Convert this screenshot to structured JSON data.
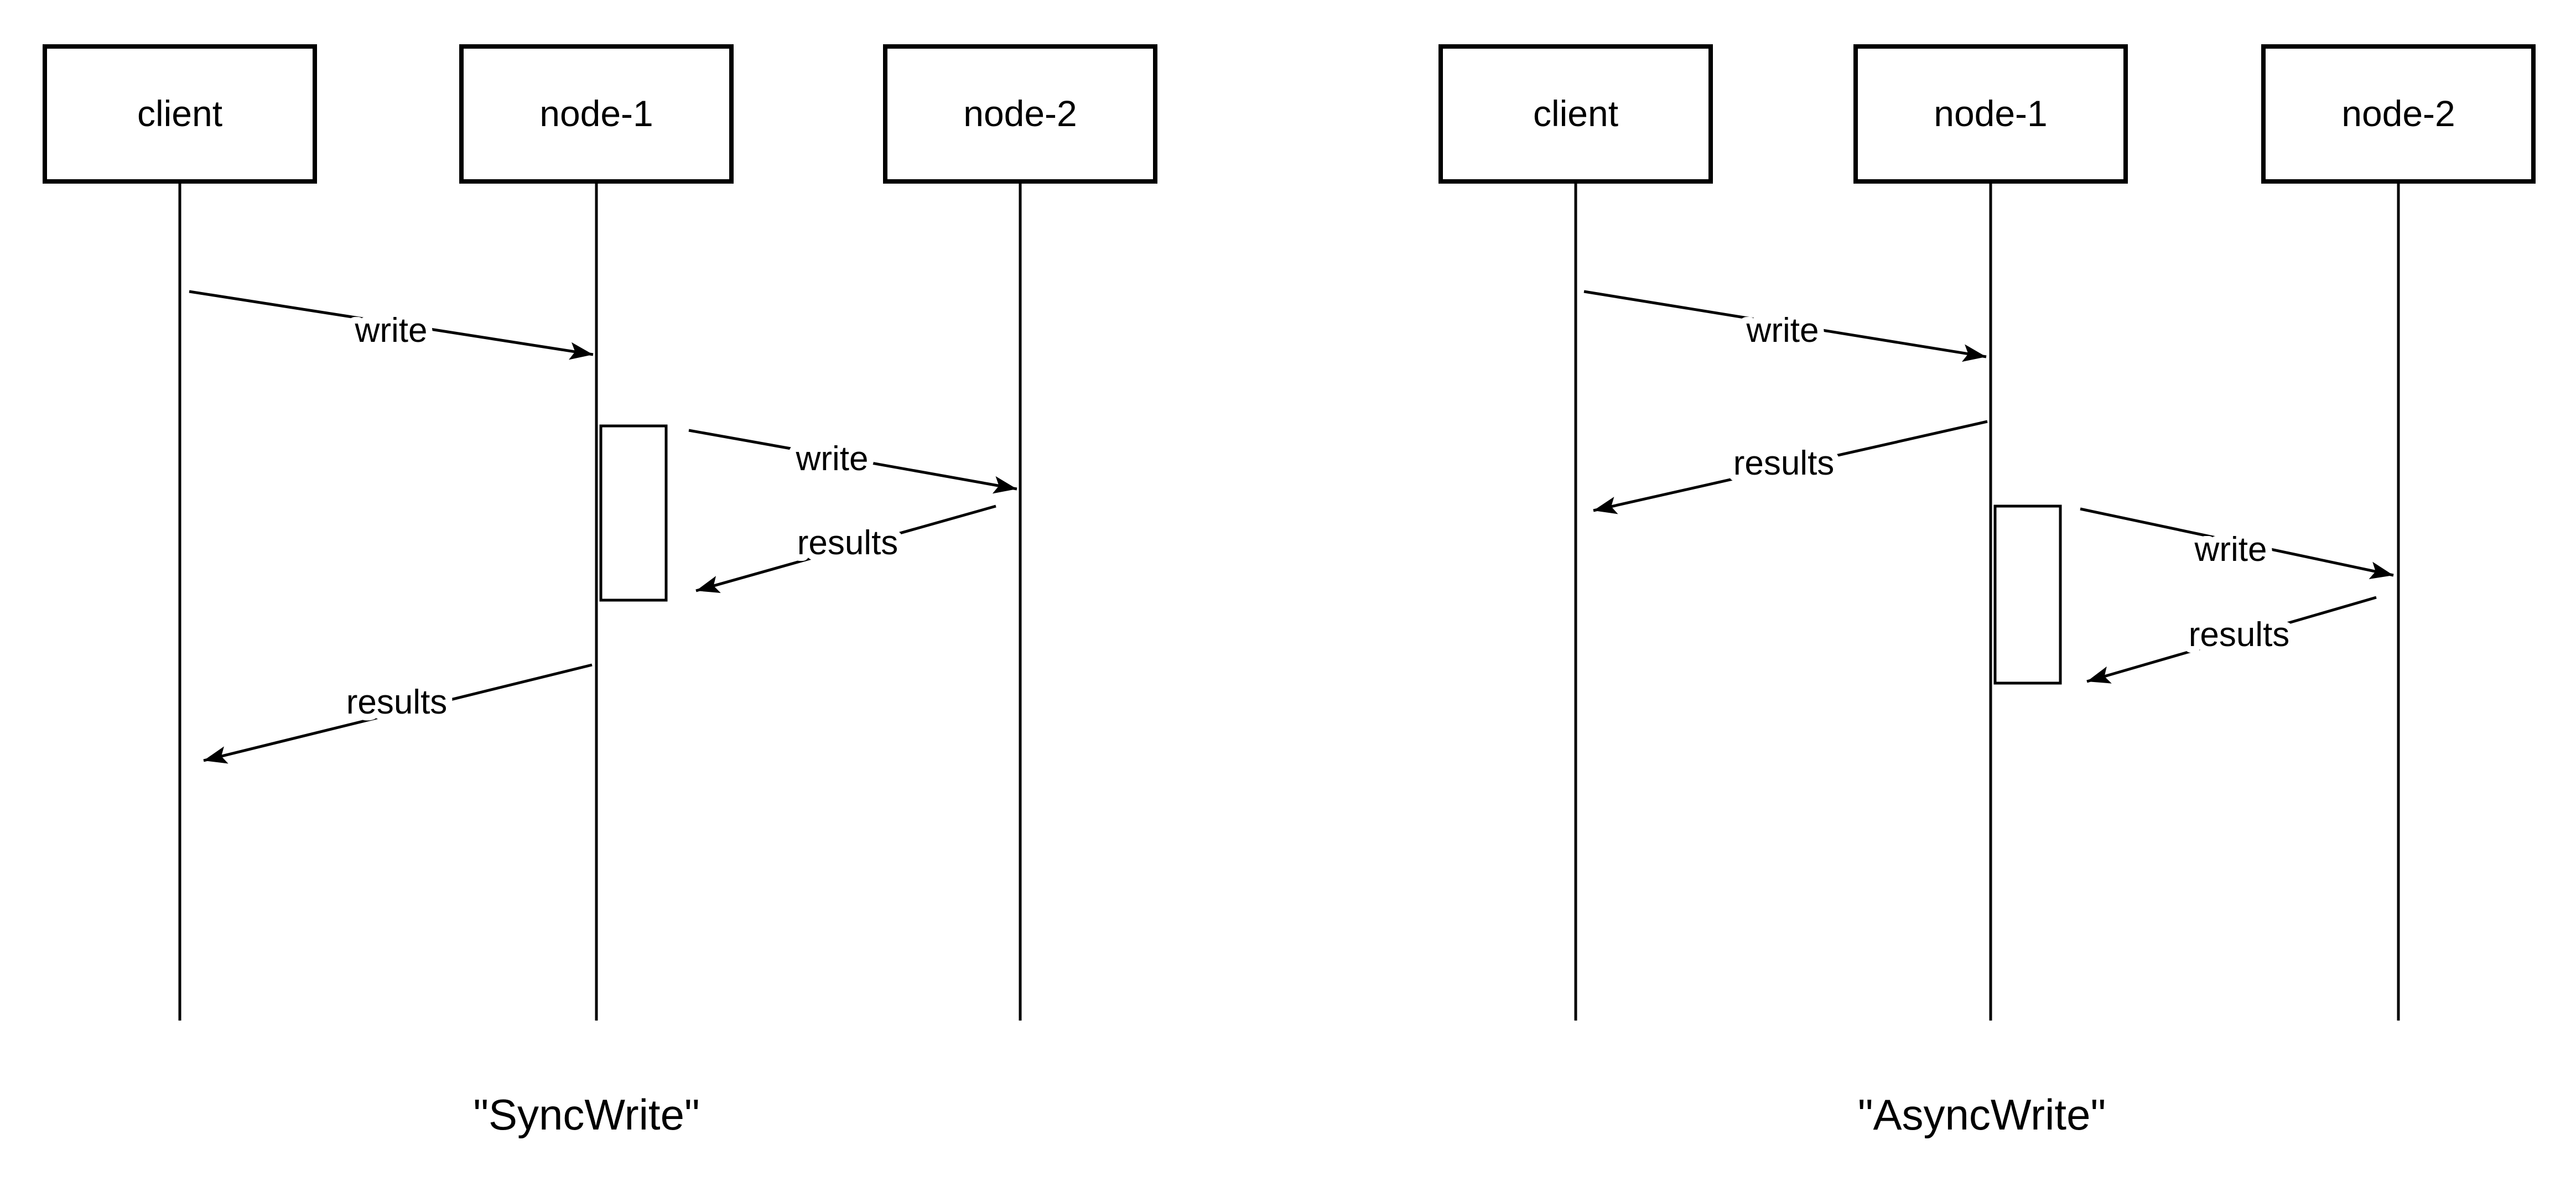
{
  "colors": {
    "background": "#ffffff",
    "stroke": "#000000",
    "text": "#000000"
  },
  "diagrams": [
    {
      "caption": "\"SyncWrite\"",
      "actors": [
        {
          "label": "client"
        },
        {
          "label": "node-1"
        },
        {
          "label": "node-2"
        }
      ],
      "messages": [
        {
          "label": "write",
          "from": "client",
          "to": "node-1"
        },
        {
          "label": "write",
          "from": "node-1",
          "to": "node-2"
        },
        {
          "label": "results",
          "from": "node-2",
          "to": "node-1"
        },
        {
          "label": "results",
          "from": "node-1",
          "to": "client"
        }
      ]
    },
    {
      "caption": "\"AsyncWrite\"",
      "actors": [
        {
          "label": "client"
        },
        {
          "label": "node-1"
        },
        {
          "label": "node-2"
        }
      ],
      "messages": [
        {
          "label": "write",
          "from": "client",
          "to": "node-1"
        },
        {
          "label": "results",
          "from": "node-1",
          "to": "client"
        },
        {
          "label": "write",
          "from": "node-1",
          "to": "node-2"
        },
        {
          "label": "results",
          "from": "node-2",
          "to": "node-1"
        }
      ]
    }
  ]
}
